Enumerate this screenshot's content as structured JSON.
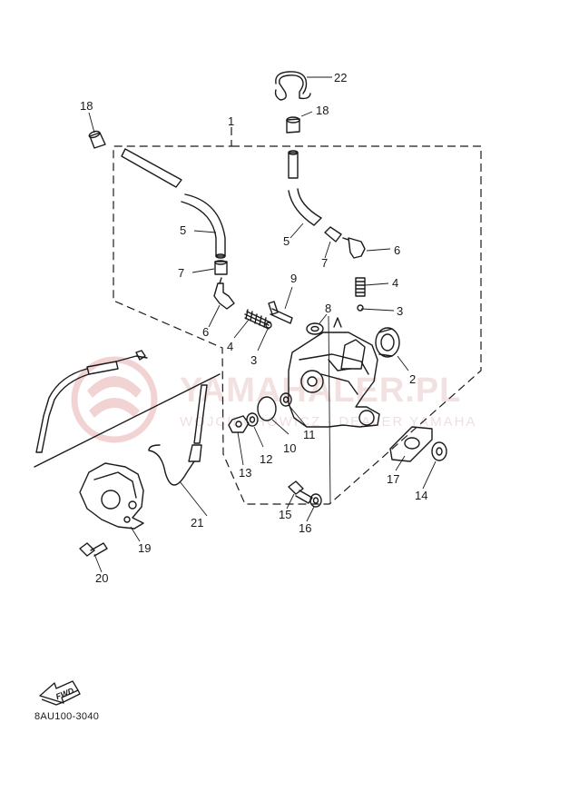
{
  "diagram": {
    "drawing_code": "8AU100-3040",
    "direction_marker": "FWD",
    "watermark": {
      "brand": "YAMAHALER.PL",
      "tagline": "WOJCIECHOWICZ - DEALER YAMAHA"
    },
    "callouts": [
      {
        "id": "c1",
        "label": "1"
      },
      {
        "id": "c2",
        "label": "2"
      },
      {
        "id": "c3a",
        "label": "3"
      },
      {
        "id": "c3b",
        "label": "3"
      },
      {
        "id": "c4a",
        "label": "4"
      },
      {
        "id": "c4b",
        "label": "4"
      },
      {
        "id": "c5a",
        "label": "5"
      },
      {
        "id": "c5b",
        "label": "5"
      },
      {
        "id": "c6a",
        "label": "6"
      },
      {
        "id": "c6b",
        "label": "6"
      },
      {
        "id": "c7a",
        "label": "7"
      },
      {
        "id": "c7b",
        "label": "7"
      },
      {
        "id": "c8",
        "label": "8"
      },
      {
        "id": "c9",
        "label": "9"
      },
      {
        "id": "c10",
        "label": "10"
      },
      {
        "id": "c11",
        "label": "11"
      },
      {
        "id": "c12",
        "label": "12"
      },
      {
        "id": "c13",
        "label": "13"
      },
      {
        "id": "c14",
        "label": "14"
      },
      {
        "id": "c15",
        "label": "15"
      },
      {
        "id": "c16",
        "label": "16"
      },
      {
        "id": "c17",
        "label": "17"
      },
      {
        "id": "c18a",
        "label": "18"
      },
      {
        "id": "c18b",
        "label": "18"
      },
      {
        "id": "c19",
        "label": "19"
      },
      {
        "id": "c20",
        "label": "20"
      },
      {
        "id": "c21",
        "label": "21"
      },
      {
        "id": "c22",
        "label": "22"
      }
    ]
  }
}
